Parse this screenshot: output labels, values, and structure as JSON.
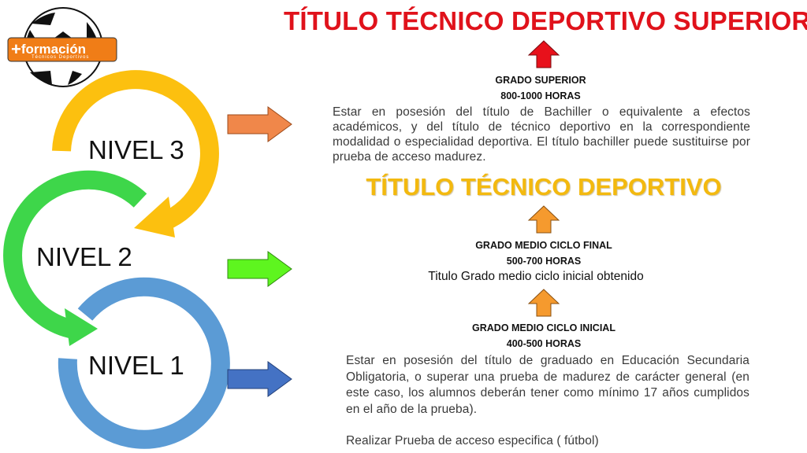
{
  "logo": {
    "brand": "formación",
    "subtitle": "Técnicos Deportivos",
    "plus": "+"
  },
  "titles": {
    "superior": "TÍTULO TÉCNICO DEPORTIVO SUPERIOR",
    "tecnico": "TÍTULO TÉCNICO DEPORTIVO"
  },
  "levels": {
    "nivel3": "NIVEL 3",
    "nivel2": "NIVEL 2",
    "nivel1": "NIVEL 1"
  },
  "grado_superior": {
    "name": "GRADO SUPERIOR",
    "hours": "800-1000 HORAS",
    "requirement": "Estar en posesión del título de Bachiller o equivalente a efectos académicos, y del título de técnico deportivo en la correspondiente modalidad o especialidad deportiva. El título bachiller puede sustituirse por prueba de acceso madurez."
  },
  "grado_medio_final": {
    "name": "GRADO MEDIO CICLO FINAL",
    "hours": "500-700 HORAS",
    "requirement": "Titulo Grado medio ciclo inicial obtenido"
  },
  "grado_medio_inicial": {
    "name": "GRADO MEDIO CICLO INICIAL",
    "hours": "400-500 HORAS",
    "requirement": "Estar en posesión del título de graduado en Educación Secundaria Obligatoria, o superar una prueba de madurez de carácter general (en este caso, los alumnos deberán tener como mínimo 17 años cumplidos en el año de la prueba).",
    "extra": "Realizar Prueba de acceso especifica ( fútbol)"
  },
  "colors": {
    "nivel3": "#fcc00f",
    "nivel2": "#3ed64a",
    "nivel1": "#5b9bd5",
    "arrow3": "#f0874a",
    "arrow2": "#5ef51f",
    "arrow1": "#4472c4",
    "up_red": "#e8111b",
    "up_orange": "#f59a2e",
    "title_red": "#e0121b",
    "title_yellow": "#f3b90f"
  }
}
